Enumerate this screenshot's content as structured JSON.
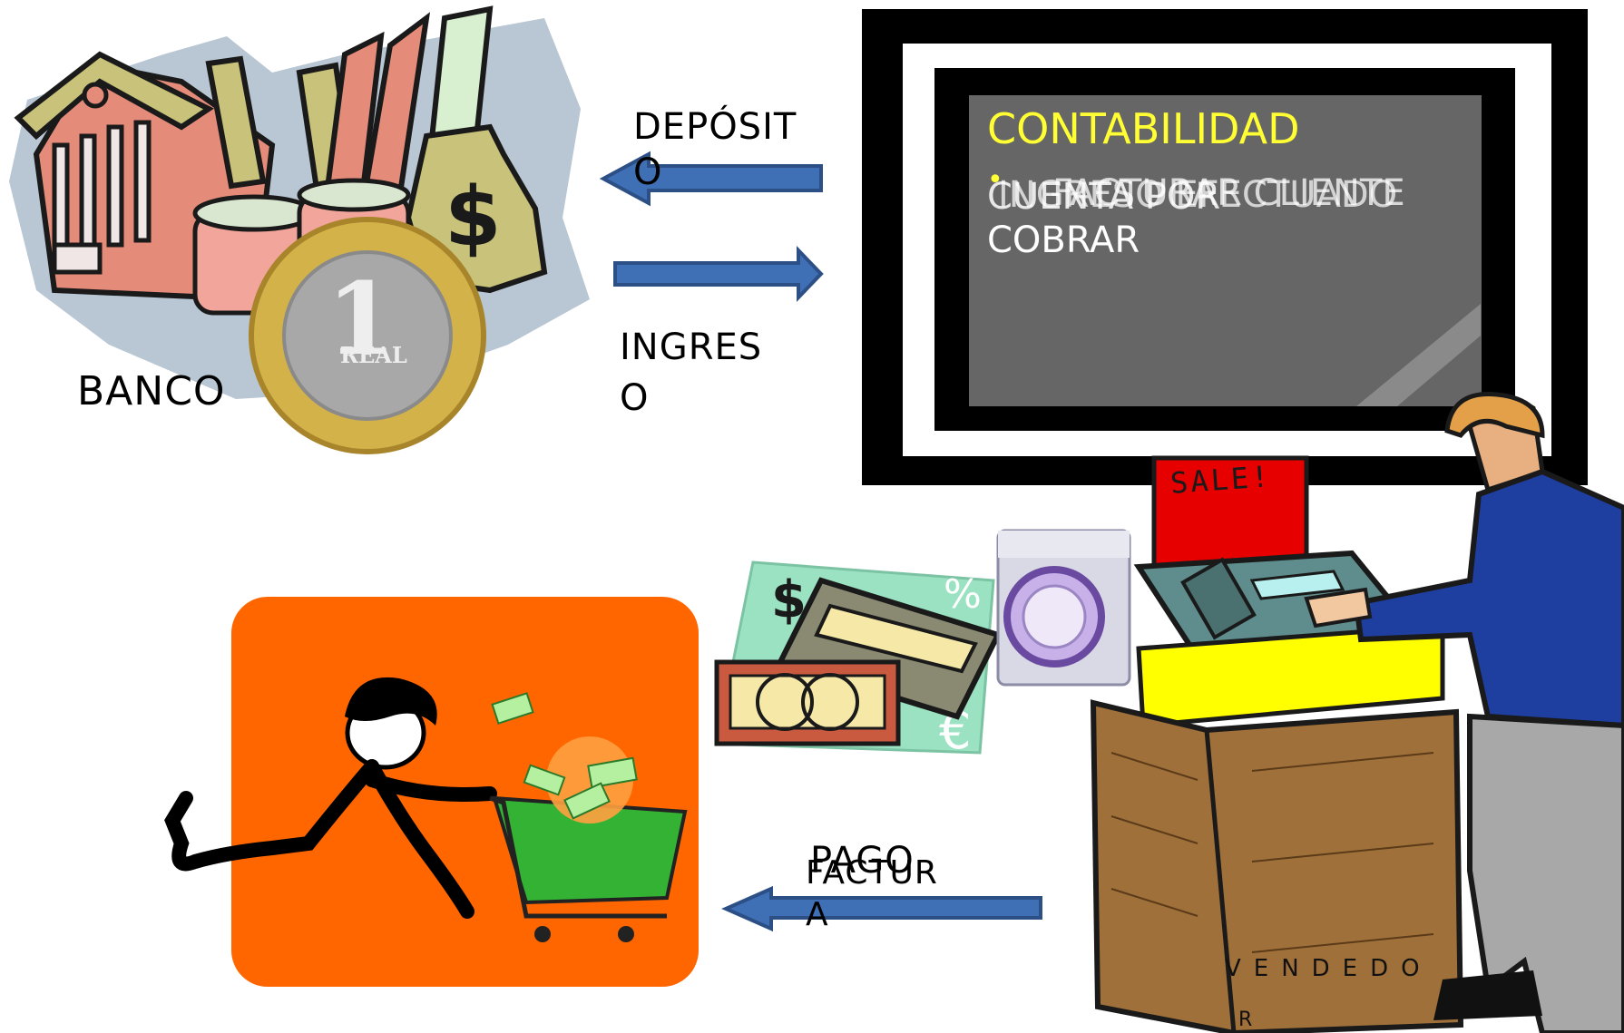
{
  "bank": {
    "label": "BANCO",
    "coin_number": "1",
    "coin_word": "REAL",
    "bag_symbol": "$"
  },
  "arrows": {
    "deposito_label_line1": "DEPÓSIT",
    "deposito_label_line2": "O",
    "ingreso_label_line1": "INGRES",
    "ingreso_label_line2": "O",
    "pago_label": "PAGO",
    "factura_label_line1": "FACTUR",
    "factura_label_line2": "A"
  },
  "screen": {
    "title": "CONTABILIDAD",
    "bullet": "•",
    "line_a": "INGRESO EFECTUADO",
    "line_b": "CUENTA POR",
    "line_b2": "COBRAR",
    "line_c": "FACTURAR CLIENTE"
  },
  "register": {
    "sale_sign": "SALE!",
    "seller_label_line1": "VENDEDO",
    "seller_label_line2": "R"
  },
  "cards": {
    "dollar": "$",
    "percent": "%",
    "euro": "€"
  },
  "colors": {
    "arrow_fill": "#3f6fb5",
    "arrow_stroke": "#2c4f86",
    "orange_panel": "#ff6600",
    "screen_bg": "#666666",
    "title_yellow": "#ffff33"
  }
}
